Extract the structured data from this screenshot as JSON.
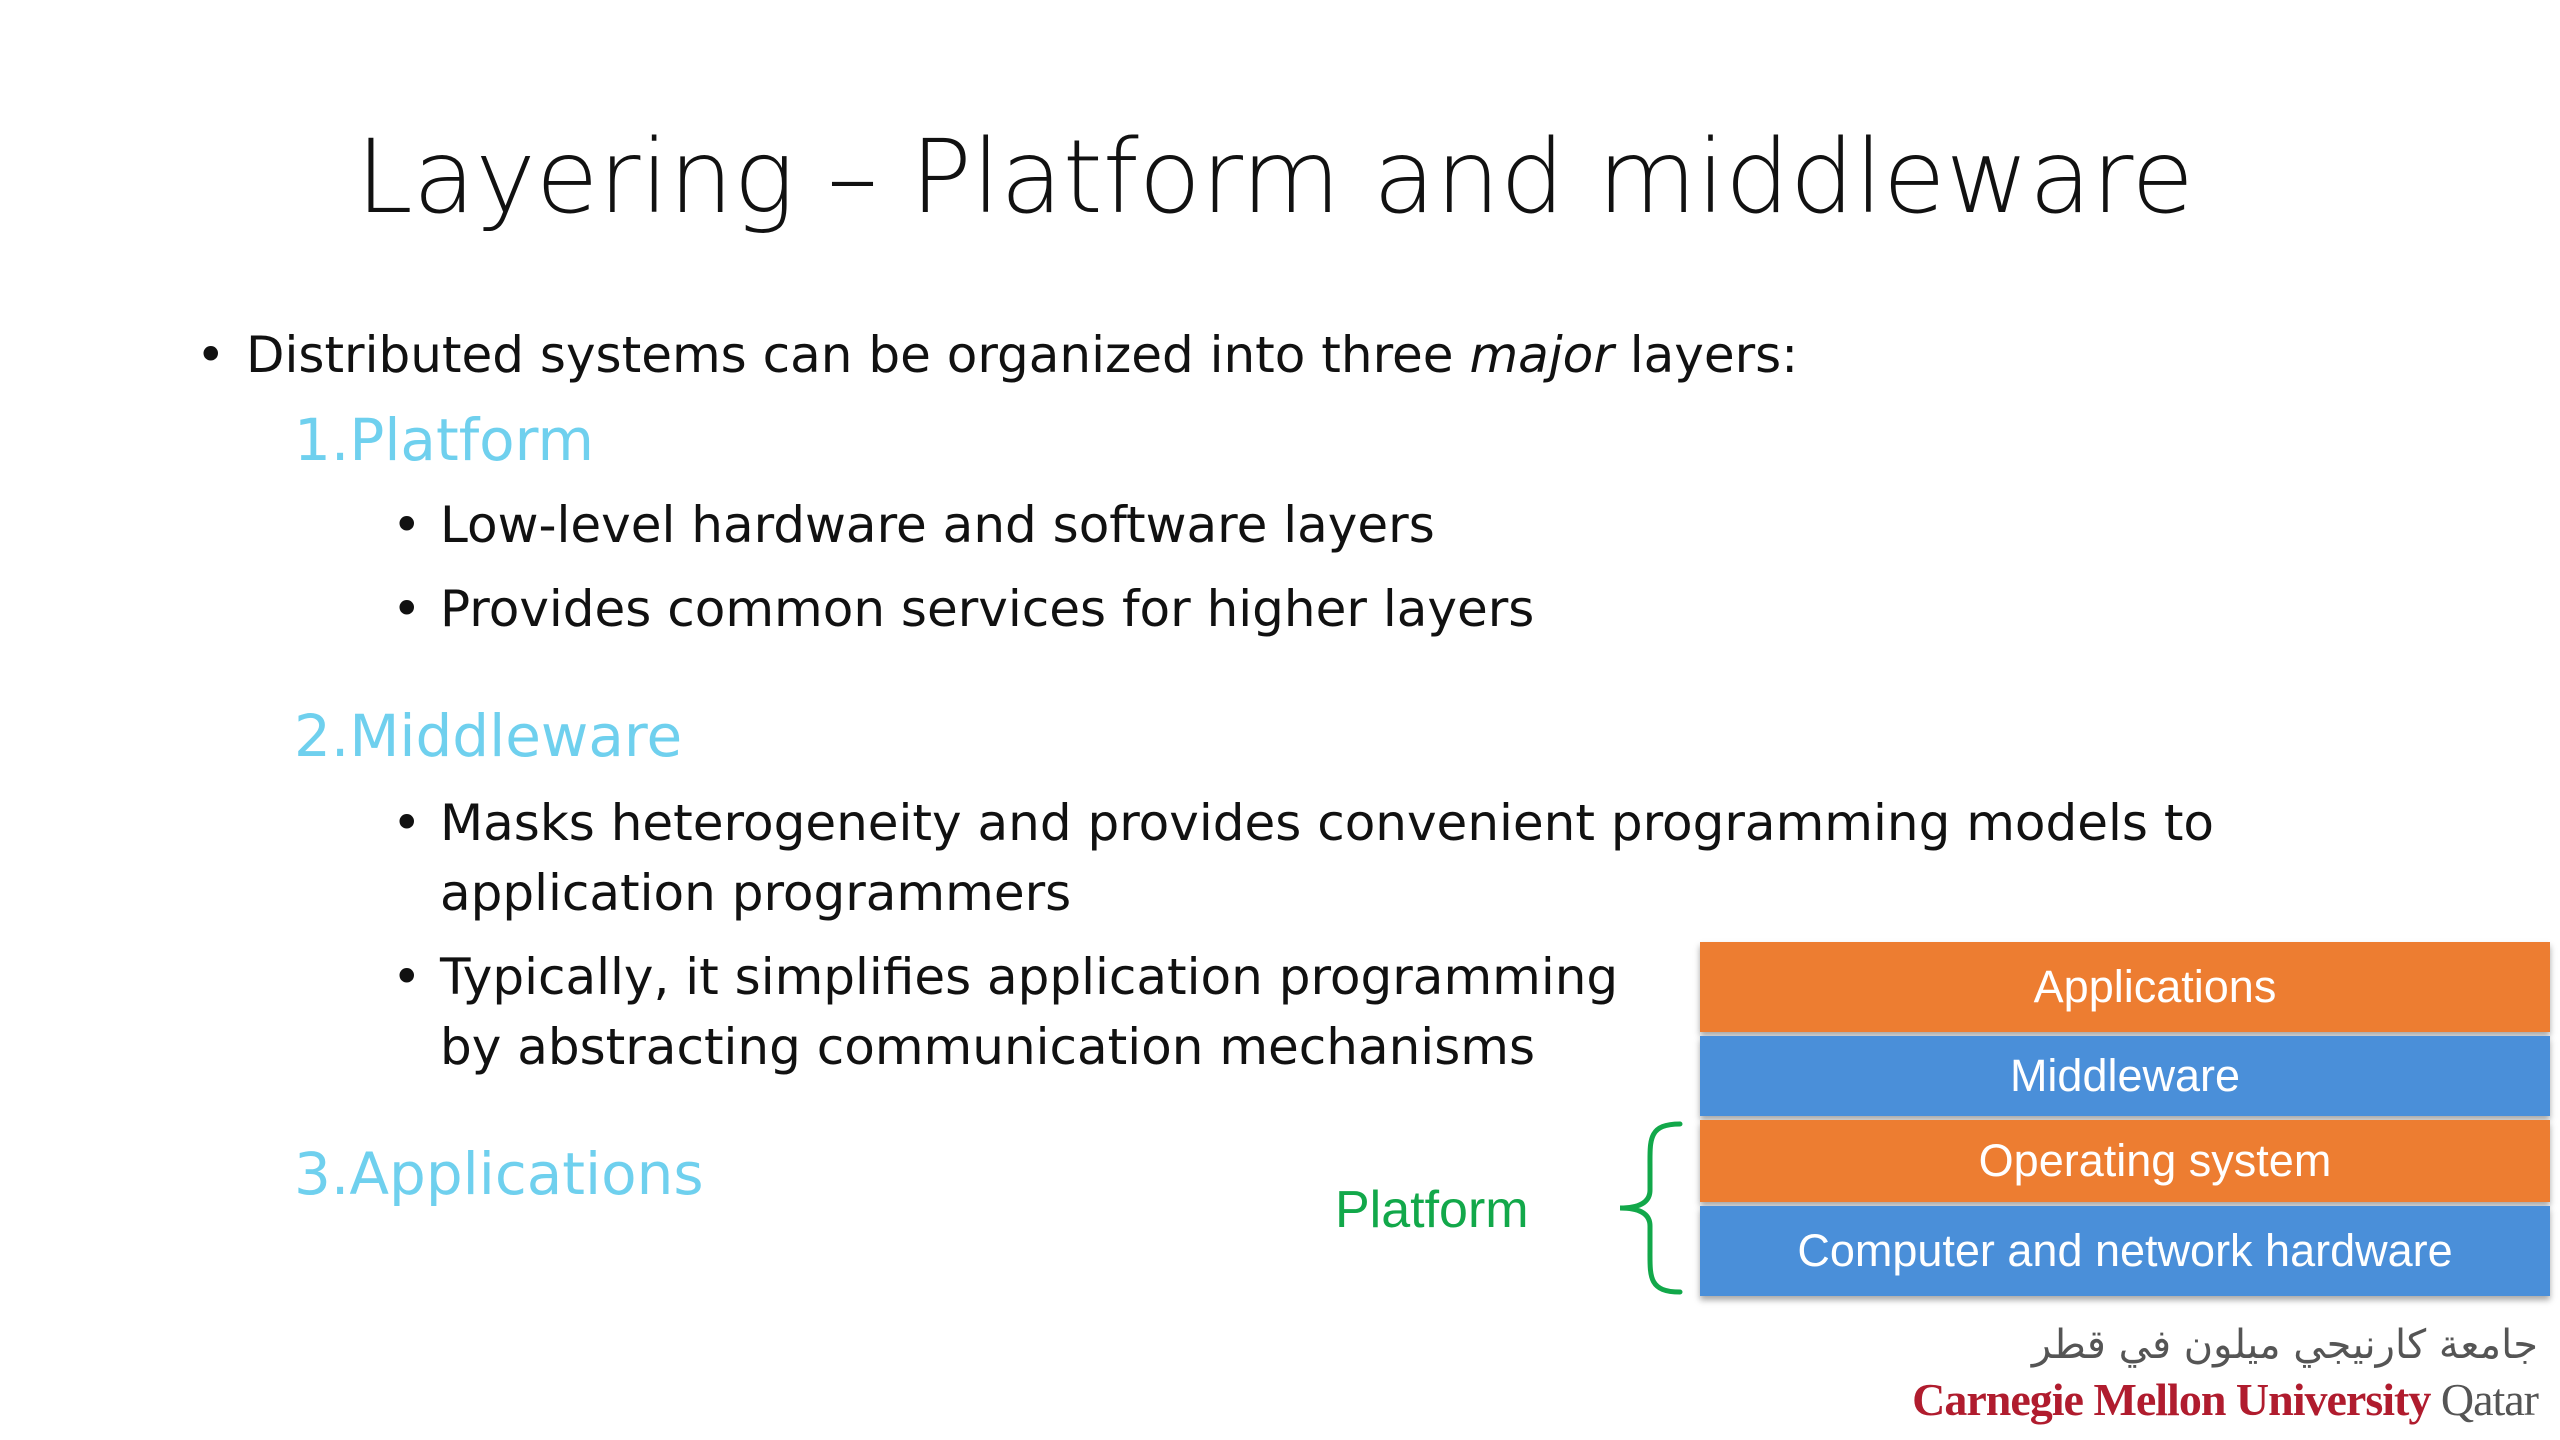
{
  "slide": {
    "title": "Layering – Platform and middleware",
    "intro": {
      "bullet": "•",
      "before": "Distributed systems can be organized into three ",
      "emphasis": "major",
      "after": " layers:"
    },
    "sections": [
      {
        "heading": "1.Platform",
        "bullets": [
          "Low-level hardware and software layers",
          "Provides common services for higher layers"
        ]
      },
      {
        "heading": "2.Middleware",
        "bullets": [
          "Masks heterogeneity and provides convenient programming models to",
          "application programmers",
          "Typically, it simplifies application programming",
          "by abstracting communication mechanisms"
        ]
      },
      {
        "heading": "3.Applications"
      }
    ]
  },
  "diagram": {
    "layers": [
      {
        "label": "Applications",
        "color": "#ed7d31"
      },
      {
        "label": "Middleware",
        "color": "#4a8fd9"
      },
      {
        "label": "Operating system",
        "color": "#ed7d31"
      },
      {
        "label": "Computer and network hardware",
        "color": "#4a8fd9"
      }
    ],
    "brace_label": "Platform",
    "brace_color": "#12a84a"
  },
  "logo": {
    "arabic": "جامعة كارنيجي ميلون في قطر",
    "english_main": "Carnegie Mellon University",
    "english_suffix": " Qatar",
    "brand_color": "#b01c2e"
  }
}
